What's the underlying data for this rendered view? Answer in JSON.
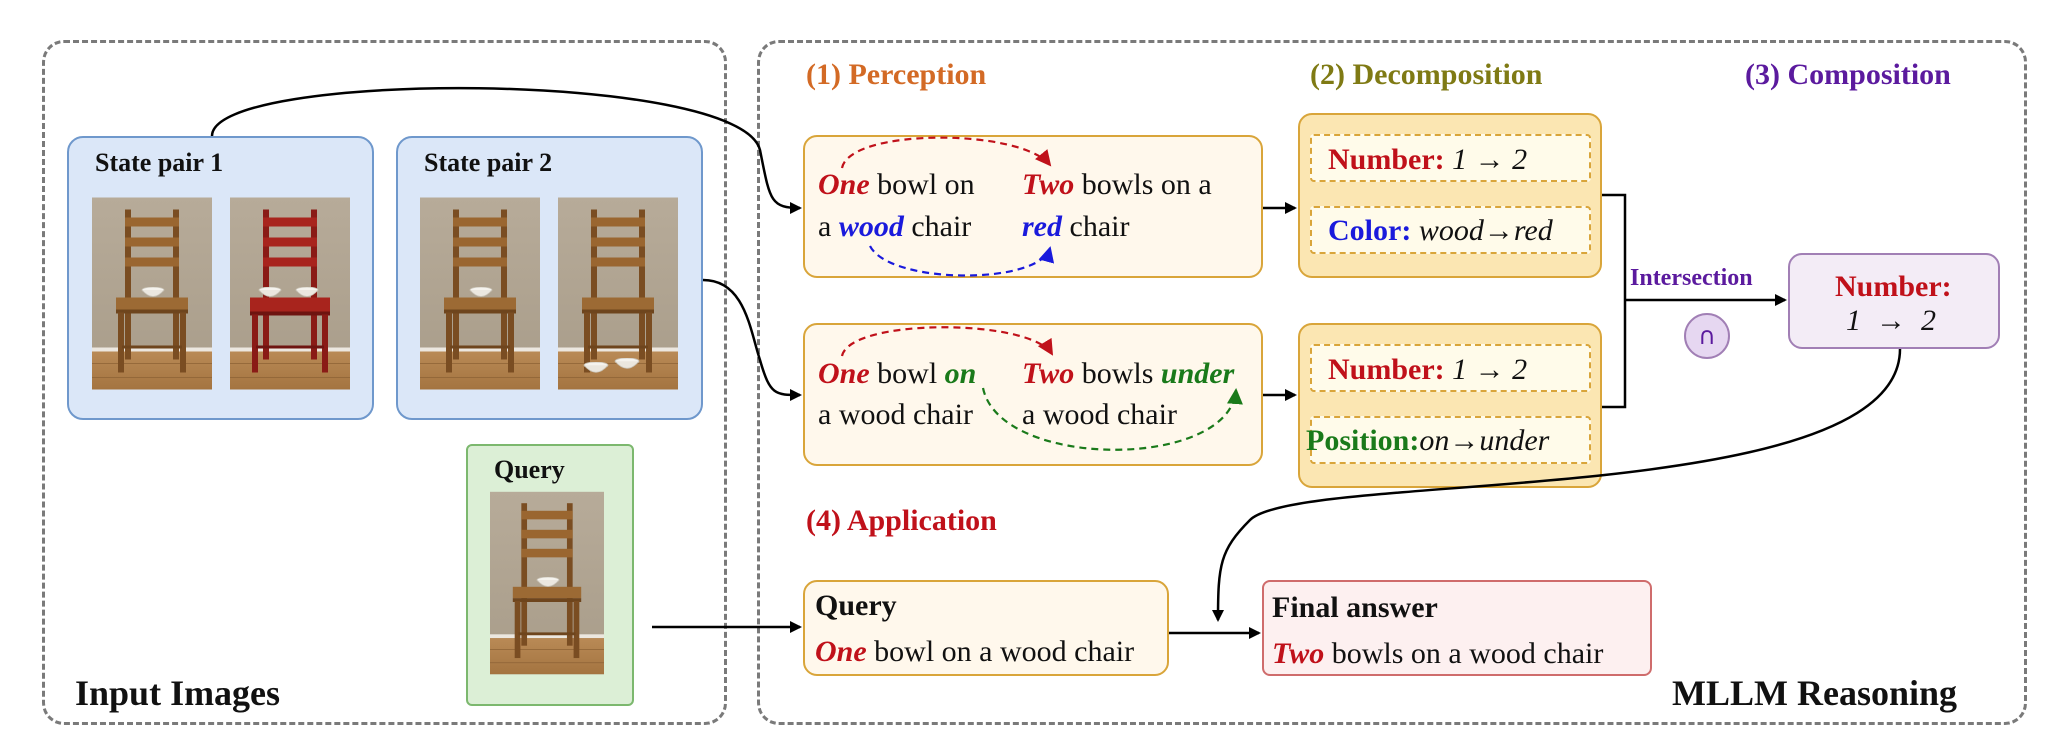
{
  "input_panel": {
    "label": "Input Images",
    "pair1": {
      "label": "State pair 1"
    },
    "pair2": {
      "label": "State pair 2"
    },
    "query": {
      "label": "Query"
    }
  },
  "reasoning_panel": {
    "label": "MLLM Reasoning",
    "steps": {
      "perception": "(1) Perception",
      "decomposition": "(2) Decomposition",
      "composition": "(3) Composition",
      "application": "(4) Application"
    },
    "perception1": {
      "left_word": "One",
      "left_rest1": "bowl on",
      "left_a": "a",
      "left_attr": "wood",
      "left_rest2": "chair",
      "right_word": "Two",
      "right_rest1": "bowls on a",
      "right_attr": "red",
      "right_rest2": "chair"
    },
    "perception2": {
      "left_word": "One",
      "left_rest1": "bowl",
      "left_attr": "on",
      "left_rest2": "a wood chair",
      "right_word": "Two",
      "right_rest1": "bowls",
      "right_attr": "under",
      "right_rest2": "a wood chair"
    },
    "decomp1": {
      "number_key": "Number:",
      "number_val": "1 → 2",
      "color_key": "Color:",
      "color_val": "wood→red"
    },
    "decomp2": {
      "number_key": "Number:",
      "number_val": "1 → 2",
      "position_key": "Position:",
      "position_val": "on→under"
    },
    "intersection": {
      "label": "Intersection",
      "symbol": "∩"
    },
    "composition_result": {
      "key": "Number:",
      "val": "1  →  2"
    },
    "query_box": {
      "title": "Query",
      "word": "One",
      "rest": "bowl on a wood chair"
    },
    "answer_box": {
      "title": "Final answer",
      "word": "Two",
      "rest": "bowls on a wood chair"
    }
  },
  "colors": {
    "perception": "#d36a25",
    "decomposition": "#7f7a14",
    "composition": "#5b1a9e",
    "application": "#c0111a",
    "number": "#c0111a",
    "color": "#1a1adc",
    "position": "#1a7a1a"
  }
}
